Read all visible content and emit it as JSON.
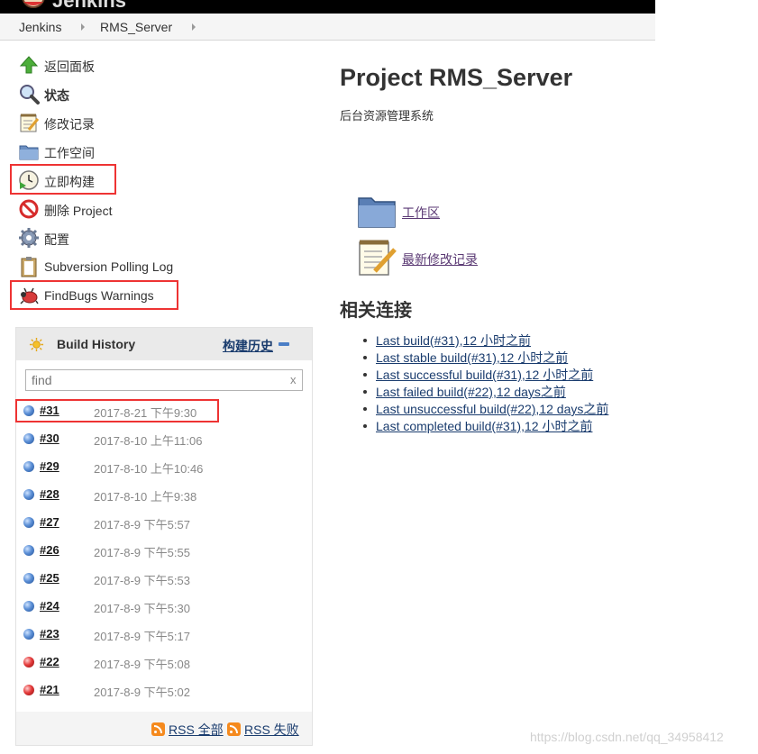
{
  "header": {
    "logo_text": "Jenkins"
  },
  "breadcrumb": [
    "Jenkins",
    "RMS_Server"
  ],
  "sidebar": {
    "tasks": [
      {
        "label": "返回面板",
        "icon": "up-arrow-icon"
      },
      {
        "label": "状态",
        "icon": "magnifier-icon"
      },
      {
        "label": "修改记录",
        "icon": "notepad-icon"
      },
      {
        "label": "工作空间",
        "icon": "folder-icon"
      },
      {
        "label": "立即构建",
        "icon": "clock-play-icon"
      },
      {
        "label": "删除 Project",
        "icon": "no-entry-icon"
      },
      {
        "label": "配置",
        "icon": "gear-icon"
      },
      {
        "label": "Subversion Polling Log",
        "icon": "clipboard-icon"
      },
      {
        "label": "FindBugs Warnings",
        "icon": "bug-icon"
      }
    ]
  },
  "build_history": {
    "title": "Build History",
    "trend_link": "构建历史",
    "search_placeholder": "find",
    "clear_label": "x",
    "builds": [
      {
        "number": "#31",
        "date": "2017-8-21 下午9:30",
        "status": "blue"
      },
      {
        "number": "#30",
        "date": "2017-8-10 上午11:06",
        "status": "blue"
      },
      {
        "number": "#29",
        "date": "2017-8-10 上午10:46",
        "status": "blue"
      },
      {
        "number": "#28",
        "date": "2017-8-10 上午9:38",
        "status": "blue"
      },
      {
        "number": "#27",
        "date": "2017-8-9 下午5:57",
        "status": "blue"
      },
      {
        "number": "#26",
        "date": "2017-8-9 下午5:55",
        "status": "blue"
      },
      {
        "number": "#25",
        "date": "2017-8-9 下午5:53",
        "status": "blue"
      },
      {
        "number": "#24",
        "date": "2017-8-9 下午5:30",
        "status": "blue"
      },
      {
        "number": "#23",
        "date": "2017-8-9 下午5:17",
        "status": "blue"
      },
      {
        "number": "#22",
        "date": "2017-8-9 下午5:08",
        "status": "red"
      },
      {
        "number": "#21",
        "date": "2017-8-9 下午5:02",
        "status": "red"
      }
    ],
    "rss_all": "RSS 全部",
    "rss_failed": "RSS 失败"
  },
  "main": {
    "title": "Project RMS_Server",
    "description": "后台资源管理系统",
    "links": [
      {
        "label": "工作区",
        "icon": "folder-icon"
      },
      {
        "label": "最新修改记录",
        "icon": "notepad-icon"
      }
    ],
    "related_title": "相关连接",
    "permalinks": [
      "Last build(#31),12 小时之前",
      "Last stable build(#31),12 小时之前",
      "Last successful build(#31),12 小时之前",
      "Last failed build(#22),12 days之前",
      "Last unsuccessful build(#22),12 days之前",
      "Last completed build(#31),12 小时之前"
    ]
  },
  "watermark": "https://blog.csdn.net/qq_34958412",
  "colors": {
    "link": "#1a3c6e",
    "visited_link": "#5b3a74",
    "highlight_box": "#ee3333",
    "success_ball": "#5b8fd6",
    "failure_ball": "#e53b3b"
  }
}
